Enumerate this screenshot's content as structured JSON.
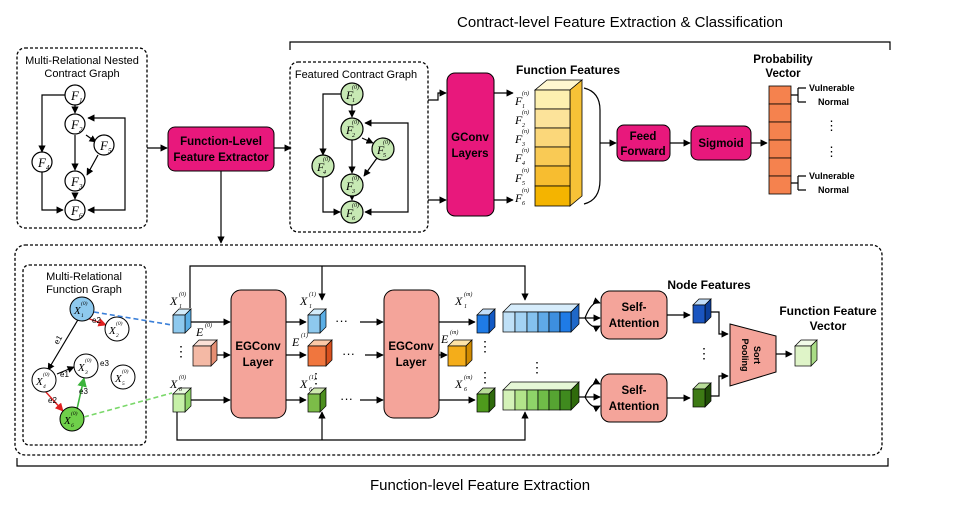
{
  "title_top": "Contract-level Feature Extraction & Classification",
  "title_bottom": "Function-level Feature Extraction",
  "contract_graph": {
    "label_line1": "Multi-Relational Nested",
    "label_line2": "Contract Graph",
    "nodes": [
      "F",
      "F",
      "F",
      "F",
      "F",
      "F"
    ],
    "subs": [
      "1",
      "2",
      "3",
      "4",
      "5",
      "6"
    ]
  },
  "feature_extractor": {
    "line1": "Function-Level",
    "line2": "Feature Extractor"
  },
  "featured_graph": {
    "label": "Featured Contract Graph",
    "sup": "(0)"
  },
  "gconv": {
    "line1": "GConv",
    "line2": "Layers"
  },
  "function_features": {
    "label": "Function Features",
    "sup": "(n)"
  },
  "feed_forward": {
    "line1": "Feed",
    "line2": "Forward"
  },
  "sigmoid": "Sigmoid",
  "probability_vector": {
    "line1": "Probability",
    "line2": "Vector"
  },
  "outputs": {
    "vulnerable": "Vulnerable",
    "normal": "Normal",
    "dots": "⋮"
  },
  "function_graph": {
    "label_line1": "Multi-Relational",
    "label_line2": "Function Graph",
    "edges": [
      "e1",
      "e2",
      "e3",
      "e1",
      "e2",
      "e3"
    ]
  },
  "egconv": {
    "line1": "EGConv",
    "line2": "Layer"
  },
  "symbols": {
    "X": "X",
    "E": "E",
    "F": "F",
    "sup0": "(0)",
    "sup1": "(1)",
    "supm": "(m)",
    "sub1": "1",
    "sub2": "2",
    "sub3": "3",
    "sub6": "6",
    "ellipsis": "···",
    "vdots": "⋮"
  },
  "node_features": "Node Features",
  "self_attention": {
    "line1": "Self-",
    "line2": "Attention"
  },
  "sort_pooling": {
    "line1": "Sort",
    "line2": "Pooling"
  },
  "function_feature_vector": {
    "line1": "Function Feature",
    "line2": "Vector"
  },
  "colors": {
    "magenta": "#e8187c",
    "salmon": "#f4a49a",
    "green_node": "#c7e9b4",
    "blue_node": "#8ec9ee",
    "orange_bar": "#f5824e",
    "yellow_light": "#fdf0b0",
    "yellow_dark": "#f4b400"
  }
}
